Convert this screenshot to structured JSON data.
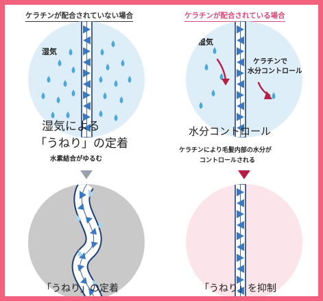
{
  "left": {
    "heading": "ケラチンが配合されていない場合",
    "humidity_label": "湿気",
    "title_line1": "湿気による",
    "title_line2": "「うねり」の定着",
    "subtitle": "水素結合がゆるむ",
    "result": "「うねり」の定着"
  },
  "right": {
    "heading": "ケラチンが配合されている場合",
    "humidity_label": "湿気",
    "keratin_label_line1": "ケラチンで",
    "keratin_label_line2": "水分コントロール",
    "title": "水分コントロール",
    "subtitle_line1": "ケラチンにより毛髪内部の水分が",
    "subtitle_line2": "コントロールされる",
    "result": "「うねり」を抑制"
  },
  "colors": {
    "border": "#f2627e",
    "accent_pink": "#d64b77",
    "drop_blue": "#4aa8dc",
    "hair_dark": "#1b3f7a",
    "hair_mid": "#3a78c2",
    "hair_light": "#a9d4f0",
    "circle_blue": "#deeef8",
    "circle_gray": "#c9c9c9",
    "circle_pink": "#fbe4ea",
    "arrow_gray": "#9aa1ad",
    "arrow_red": "#b61e45"
  }
}
